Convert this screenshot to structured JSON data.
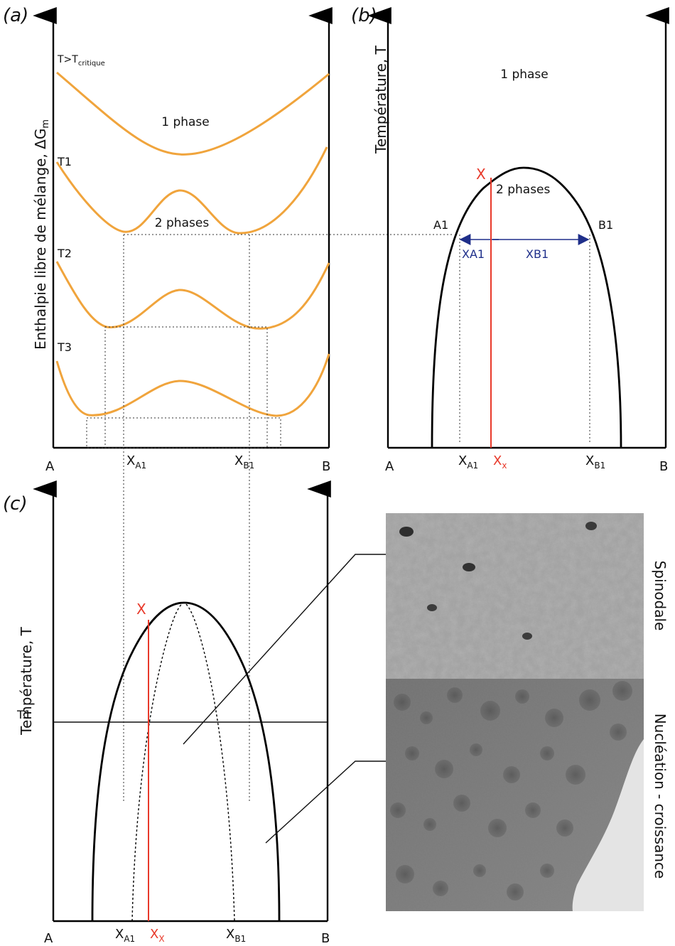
{
  "panel_a": {
    "tag": "(a)",
    "ylabel": "Enthalpie libre de mélange, ΔG",
    "ylabel_sub": "m",
    "curve_labels": [
      "T1",
      "T2",
      "T3"
    ],
    "top_curve_label": "T>T",
    "top_curve_label_sub": "critique",
    "phase1": "1 phase",
    "phase2": "2 phases",
    "x_start": "A",
    "x_end": "B",
    "xa": "X",
    "xa_sub": "A1",
    "xb": "X",
    "xb_sub": "B1"
  },
  "panel_b": {
    "tag": "(b)",
    "ylabel": "Température, T",
    "phase1": "1 phase",
    "phase2": "2 phases",
    "point_x": "X",
    "point_a1": "A1",
    "point_b1": "B1",
    "seg_a": "XA1",
    "seg_b": "XB1",
    "x_start": "A",
    "x_end": "B",
    "xa": "X",
    "xa_sub": "A1",
    "xx": "X",
    "xx_sub": "x",
    "xb": "X",
    "xb_sub": "B1"
  },
  "panel_c": {
    "tag": "(c)",
    "ylabel": "Température, T",
    "t1": "T1",
    "point_x": "X",
    "x_start": "A",
    "x_end": "B",
    "xa": "X",
    "xa_sub": "A1",
    "xx": "X",
    "xx_sub": "X",
    "xb": "X",
    "xb_sub": "B1",
    "label_spinodal": "Spinodale",
    "label_nucleation": "Nucléation - croissance"
  },
  "colors": {
    "gibbs_curves": "#f0a43c",
    "composition_line": "#e8392a",
    "lever_arrows": "#1f2f8a"
  }
}
